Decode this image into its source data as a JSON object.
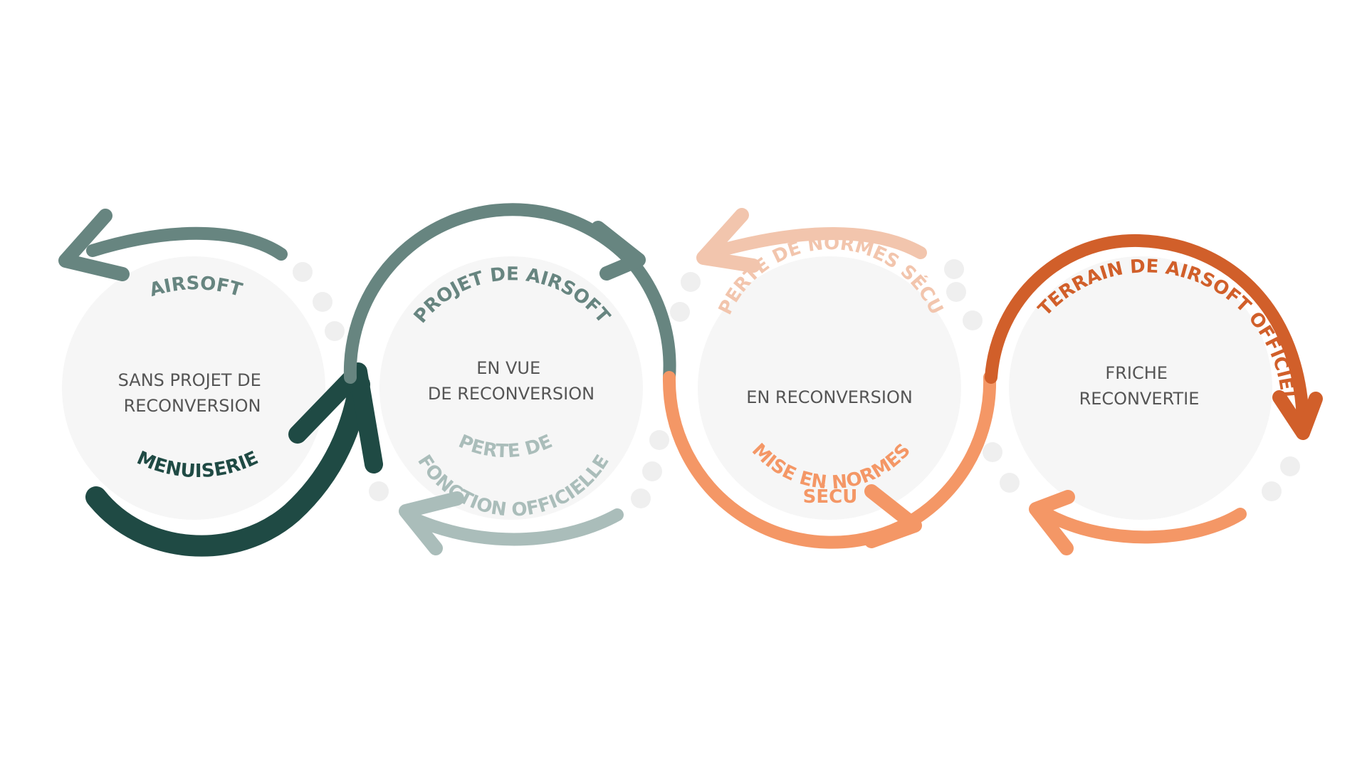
{
  "colors": {
    "circle_fill": "#f6f6f6",
    "dots": "#efefef",
    "center_text": "#555555",
    "dark_green": "#1f4a44",
    "grey_green": "#678580",
    "light_green": "#aabdba",
    "pale_orange": "#f2c5ad",
    "orange": "#f49766",
    "dark_orange": "#d15f2a"
  },
  "stages": [
    {
      "center_lines": [
        "SANS PROJET DE",
        "RECONVERSION"
      ],
      "top_label": "AIRSOFT",
      "bottom_label": "MENUISERIE"
    },
    {
      "center_lines": [
        "EN VUE",
        "DE RECONVERSION"
      ],
      "top_label": "PROJET  DE AIRSOFT",
      "bottom_label_lines": [
        "PERTE DE",
        "FONCTION OFFICIELLE"
      ]
    },
    {
      "center_lines": [
        "EN RECONVERSION"
      ],
      "top_label": "PERTE DE NORMES SÉCU",
      "bottom_label_lines": [
        "MISE EN NORMES",
        "SÉCU"
      ]
    },
    {
      "center_lines": [
        "FRICHE",
        "RECONVERTIE"
      ],
      "top_label": "TERRAIN DE AIRSOFT OFFICIEL"
    }
  ]
}
